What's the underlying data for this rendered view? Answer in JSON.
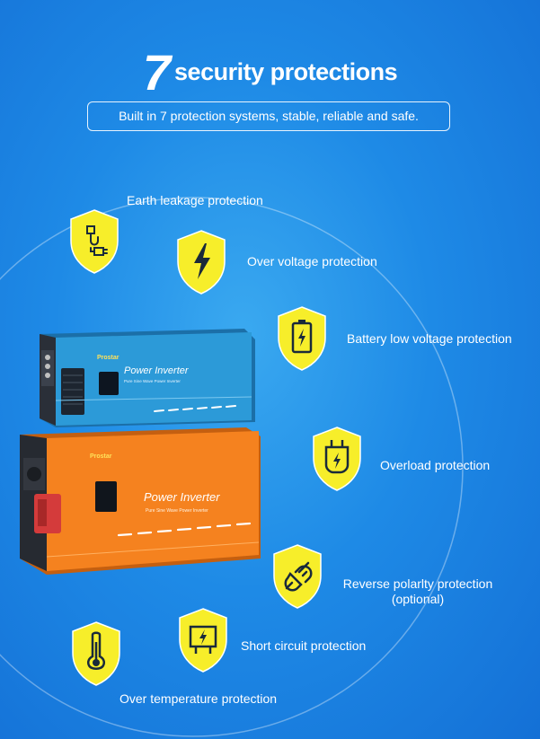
{
  "header": {
    "title_number": "7",
    "title_text": "security protections",
    "subtitle": "Built in 7 protection systems, stable, reliable and safe."
  },
  "protections": [
    {
      "label": "Earth leakage protection",
      "icon": "cable-plug-icon"
    },
    {
      "label": "Over voltage protection",
      "icon": "lightning-bolt-icon"
    },
    {
      "label": "Battery low voltage protection",
      "icon": "battery-charging-icon"
    },
    {
      "label": "Overload protection",
      "icon": "plug-bolt-icon"
    },
    {
      "label": "Reverse polarlty protection",
      "sub": "(optional)",
      "icon": "unplugged-plug-icon"
    },
    {
      "label": "Short circuit protection",
      "icon": "circuit-bolt-icon"
    },
    {
      "label": "Over temperature protection",
      "icon": "thermometer-icon"
    }
  ],
  "products": {
    "blue_inverter": {
      "brand": "Prostar",
      "name": "Power Inverter",
      "subtitle": "Pure Sine Wave Power Inverter"
    },
    "orange_inverter": {
      "brand": "Prostar",
      "name": "Power Inverter",
      "subtitle": "Pure Sine Wave Power Inverter"
    }
  },
  "colors": {
    "shield_fill": "#f7ee2a",
    "icon_stroke": "#1a2a3a",
    "background": "#1e8ae6",
    "blue_inverter": "#2c9ad8",
    "orange_inverter": "#f5821f"
  }
}
